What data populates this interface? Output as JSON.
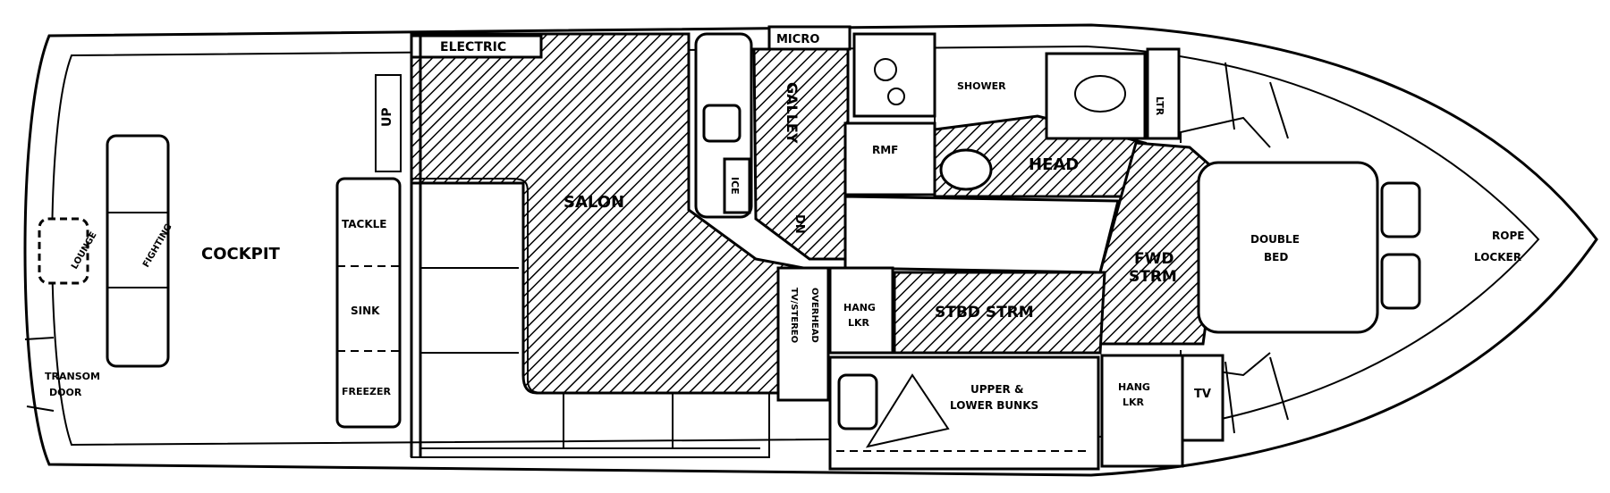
{
  "plan": {
    "labels": {
      "electric": "ELECTRIC",
      "micro": "MICRO",
      "up": "UP",
      "cockpit": "COCKPIT",
      "tackle": "TACKLE",
      "sink": "SINK",
      "freezer": "FREEZER",
      "transom_door_1": "TRANSOM",
      "transom_door_2": "DOOR",
      "salon": "SALON",
      "galley": "GALLEY",
      "dn": "DN",
      "refrigerator": "RMF",
      "shower": "SHOWER",
      "head": "HEAD",
      "ltr": "LTR",
      "fwd_stor_1": "FWD",
      "fwd_stor_2": "STRM",
      "double_bed_1": "DOUBLE",
      "double_bed_2": "BED",
      "rope_locker_1": "ROPE",
      "rope_locker_2": "LOCKER",
      "hang_lkr_1a": "HANG",
      "hang_lkr_1b": "LKR",
      "stbd_stor": "STBD STRM",
      "overhead": "OVERHEAD",
      "tv_stereo": "TV/STEREO",
      "upper_lower_1": "UPPER &",
      "upper_lower_2": "LOWER BUNKS",
      "hang_lkr_2a": "HANG",
      "hang_lkr_2b": "LKR",
      "tv": "TV",
      "fighting_chair": "FIGHTING",
      "lounge": "LOUNGE",
      "ice": "ICE"
    }
  }
}
